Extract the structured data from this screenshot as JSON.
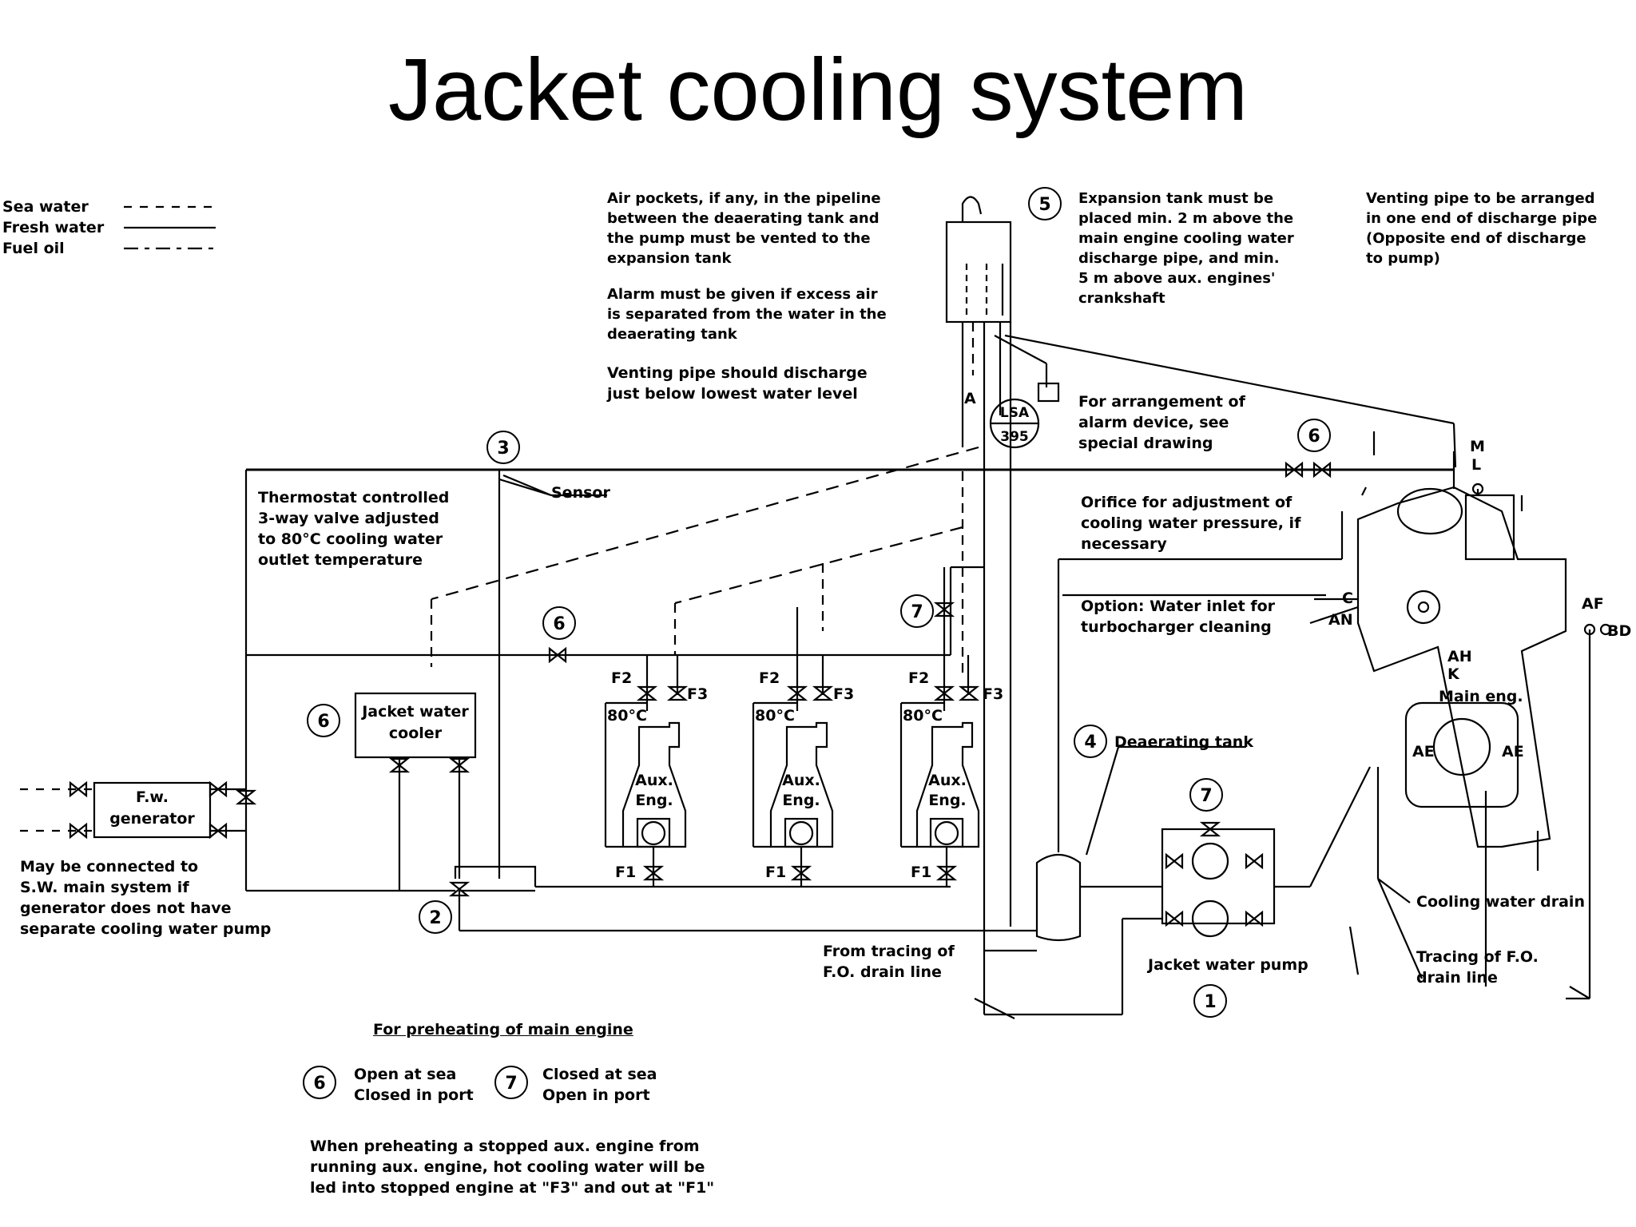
{
  "title": "Jacket cooling system",
  "legend": {
    "sea_water": "Sea water",
    "fresh_water": "Fresh water",
    "fuel_oil": "Fuel oil"
  },
  "notes": {
    "air_pockets": "Air pockets, if any, in the pipeline\nbetween the deaerating tank and\nthe pump must be vented to the\nexpansion tank",
    "alarm": "Alarm must be given if excess air\nis separated from the water in the\ndeaerating tank",
    "venting_discharge": "Venting pipe should discharge\njust below lowest water level",
    "expansion_tank": "Expansion tank must be\nplaced min. 2 m above the\nmain engine cooling water\ndischarge pipe, and min.\n5 m above aux. engines'\ncrankshaft",
    "venting_arranged": "Venting pipe to be arranged\nin one end of discharge pipe\n(Opposite end of discharge\nto pump)",
    "alarm_device": "For arrangement of\nalarm device, see\nspecial drawing",
    "thermostat": "Thermostat controlled\n3-way valve adjusted\nto 80°C cooling water\noutlet temperature",
    "orifice": "Orifice for adjustment of\ncooling water pressure, if\nnecessary",
    "option_water": "Option: Water inlet for\nturbocharger cleaning",
    "may_be_connected": "May be connected to\nS.W. main system if\ngenerator does not have\nseparate cooling water pump",
    "from_tracing": "From tracing of\nF.O. drain line",
    "tracing_fo": "Tracing of F.O.\ndrain line",
    "preheating_title": "For preheating of main engine",
    "open_at_sea": "Open at sea\nClosed in port",
    "closed_at_sea": "Closed at sea\nOpen in port",
    "preheating_aux": "When preheating a stopped aux. engine from\nrunning aux. engine, hot cooling water will be\nled into stopped engine at \"F3\" and out at \"F1\""
  },
  "labels": {
    "sensor": "Sensor",
    "jacket_water_cooler": "Jacket water\ncooler",
    "fw_generator": "F.w.\ngenerator",
    "aux_eng": "Aux.\nEng.",
    "deaerating_tank": "Deaerating tank",
    "jacket_water_pump": "Jacket water pump",
    "cooling_water_drain": "Cooling water drain",
    "main_eng": "Main eng.",
    "lsa": "LSA",
    "lsa_num": "395",
    "f1": "F1",
    "f2": "F2",
    "f3": "F3",
    "temp": "80°C",
    "m": "M",
    "l": "L",
    "c": "C",
    "an": "AN",
    "ah": "AH",
    "k": "K",
    "af": "AF",
    "bd": "BD",
    "ae": "AE",
    "a": "A"
  },
  "markers": {
    "n1": "1",
    "n2": "2",
    "n3": "3",
    "n4": "4",
    "n5": "5",
    "n6": "6",
    "n7": "7"
  }
}
